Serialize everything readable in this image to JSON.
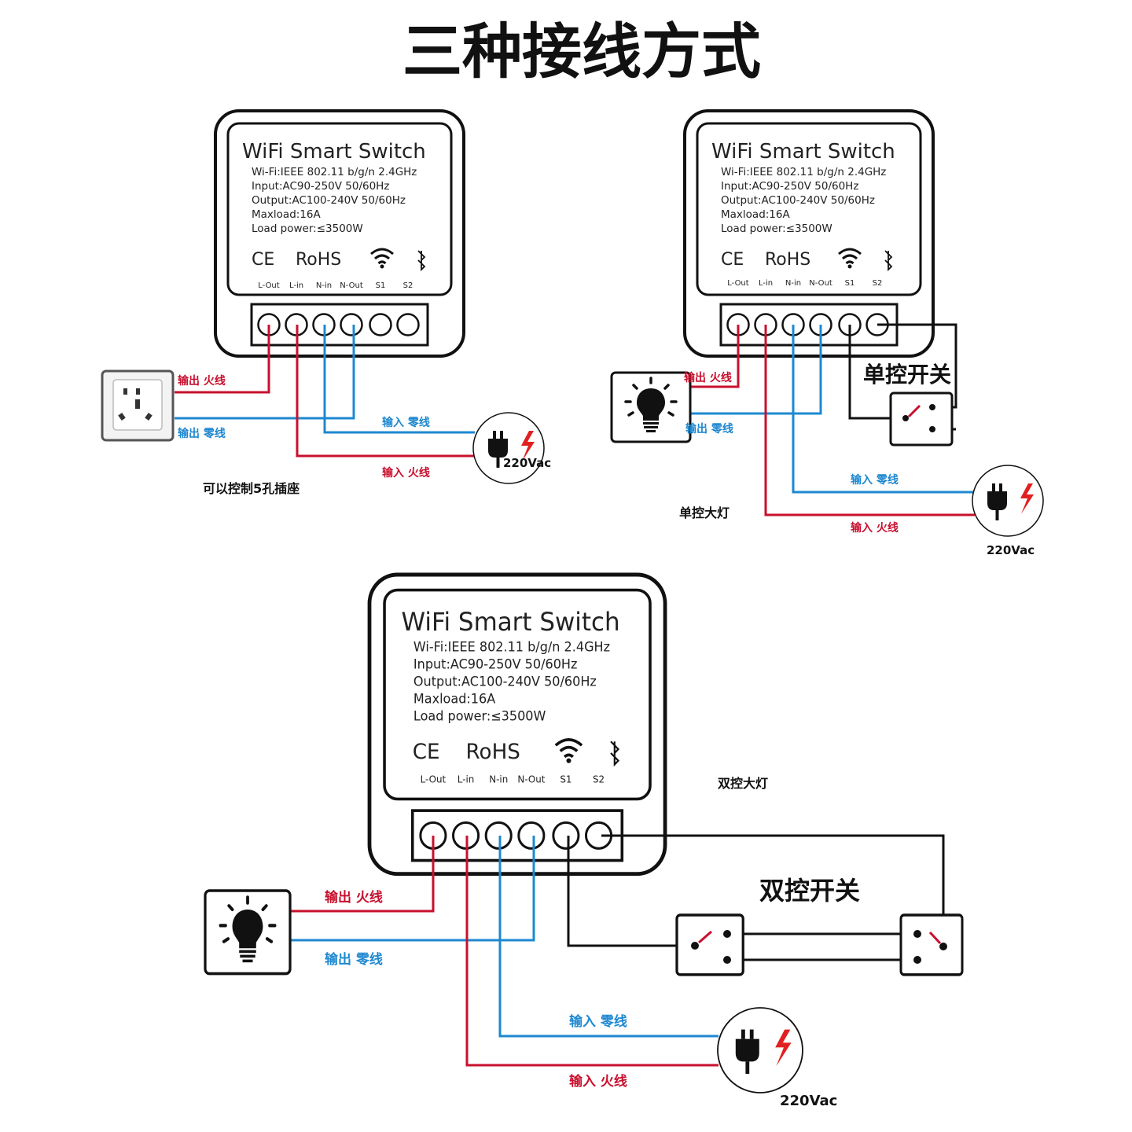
{
  "title": "三种接线方式",
  "device": {
    "title": "WiFi  Smart  Switch",
    "specs": [
      "Wi-Fi:IEEE 802.11 b/g/n 2.4GHz",
      "Input:AC90-250V  50/60Hz",
      "Output:AC100-240V 50/60Hz",
      "Maxload:16A",
      "Load power:≤3500W"
    ],
    "cert_ce": "CE",
    "cert_rohs": "RoHS",
    "terminals": [
      "L-Out",
      "L-in",
      "N-in",
      "N-Out",
      "S1",
      "S2"
    ]
  },
  "labels": {
    "out_live": "输出 火线",
    "out_neutral": "输出 零线",
    "in_neutral": "输入 零线",
    "in_live": "输入 火线",
    "voltage": "220Vac",
    "single_switch": "单控开关",
    "double_switch": "双控开关"
  },
  "diagram1": {
    "caption": "可以控制5孔插座"
  },
  "diagram2": {
    "caption": "单控大灯"
  },
  "diagram3": {
    "caption": "双控大灯"
  },
  "colors": {
    "live": "#c8102e",
    "neutral": "#1e88d0",
    "control": "#111111"
  },
  "icons": [
    "socket-icon",
    "bulb-icon",
    "plug-icon",
    "lightning-icon",
    "wifi-icon",
    "bluetooth-icon",
    "switch-icon"
  ]
}
